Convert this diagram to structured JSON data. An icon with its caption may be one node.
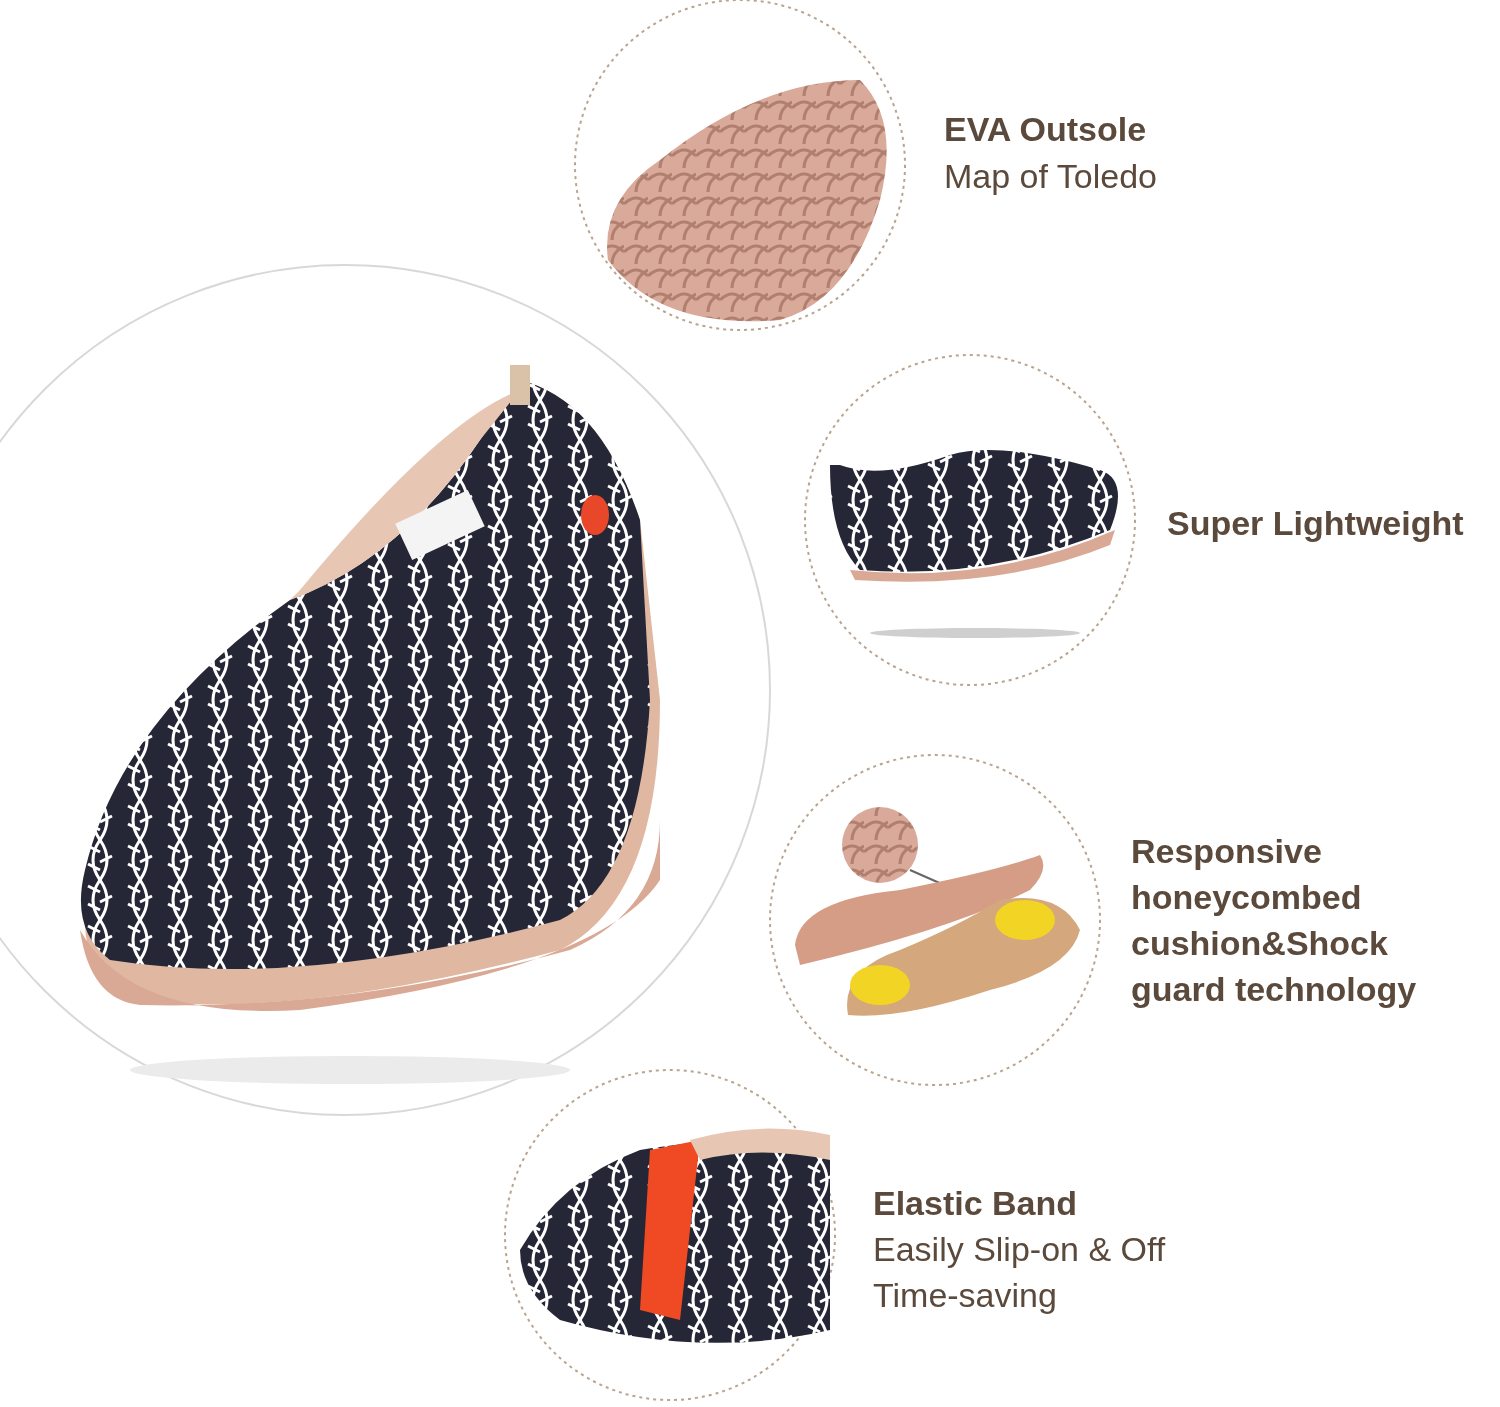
{
  "diagram": {
    "labels": [
      "EVA Outsole",
      "Map of Toledo",
      "Super Lightweight",
      "Responsive honeycombed cushion&Shock guard technology",
      "Elastic Band",
      "Easily Slip-on & Off",
      "Time-saving"
    ]
  }
}
